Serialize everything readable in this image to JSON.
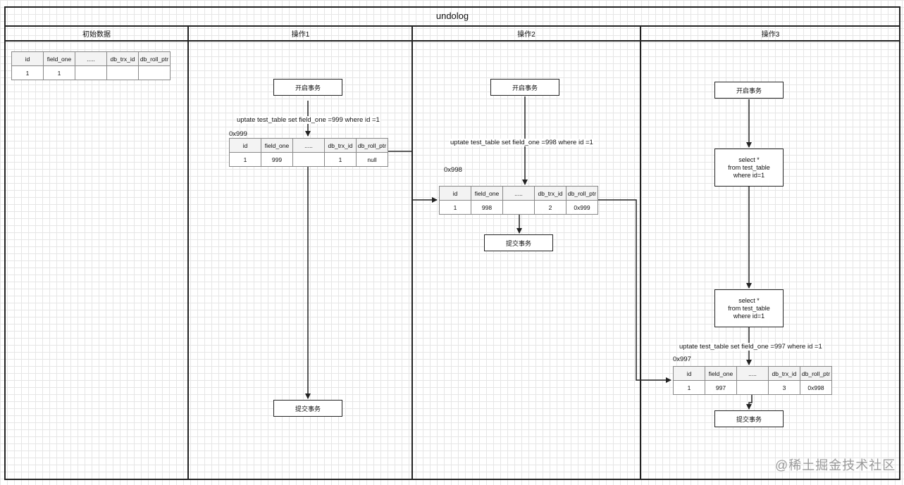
{
  "title": "undolog",
  "lanes": [
    "初始数据",
    "操作1",
    "操作2",
    "操作3"
  ],
  "columns": [
    "id",
    "field_one",
    ".....",
    "db_trx_id",
    "db_roll_ptr"
  ],
  "initial": {
    "row": [
      "1",
      "1",
      "",
      "",
      ""
    ]
  },
  "op1": {
    "start": "开启事务",
    "sql": "uptate test_table set field_one =999 where id =1",
    "addr": "0x999",
    "row": [
      "1",
      "999",
      "",
      "1",
      "null"
    ],
    "commit": "提交事务"
  },
  "op2": {
    "start": "开启事务",
    "sql": "uptate test_table set field_one =998 where id =1",
    "addr": "0x998",
    "row": [
      "1",
      "998",
      "",
      "2",
      "0x999"
    ],
    "commit": "提交事务"
  },
  "op3": {
    "start": "开启事务",
    "select1": [
      "select *",
      "from  test_table",
      "where id=1"
    ],
    "select2": [
      "select *",
      "from  test_table",
      "where id=1"
    ],
    "sql": "uptate test_table set field_one =997 where id =1",
    "addr": "0x997",
    "row": [
      "1",
      "997",
      "",
      "3",
      "0x998"
    ],
    "commit": "提交事务"
  },
  "watermark": "@稀土掘金技术社区"
}
